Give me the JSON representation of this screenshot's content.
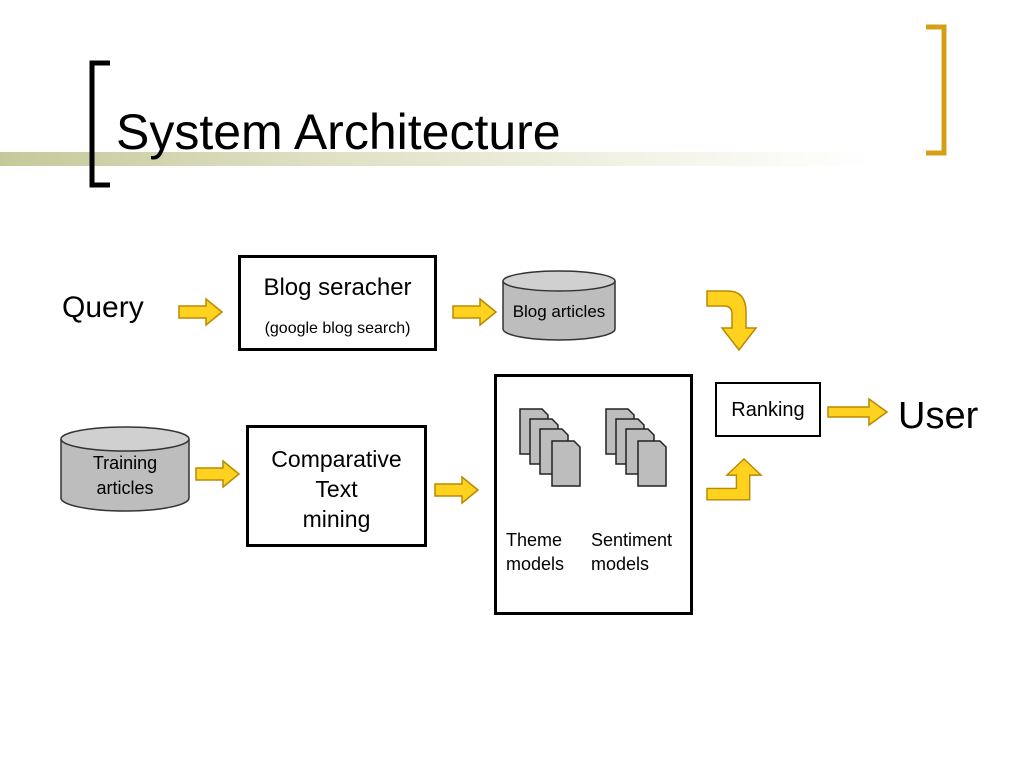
{
  "slide": {
    "title": "System Architecture"
  },
  "diagram": {
    "query_label": "Query",
    "user_label": "User",
    "blog_searcher": {
      "title": "Blog seracher",
      "subtitle": "(google blog search)"
    },
    "blog_articles": "Blog articles",
    "training_articles": [
      "Training",
      "articles"
    ],
    "comparative_mining": [
      "Comparative",
      "Text",
      "mining"
    ],
    "models": {
      "theme": [
        "Theme",
        "models"
      ],
      "sentiment": [
        "Sentiment",
        "models"
      ]
    },
    "ranking": "Ranking"
  },
  "colors": {
    "arrow_fill": "#ffd21f",
    "arrow_stroke": "#b88a00",
    "db_fill": "#bdbdbd",
    "bracket_left": "#000000",
    "bracket_right": "#d3a017",
    "title_band": "#c7c89a"
  }
}
